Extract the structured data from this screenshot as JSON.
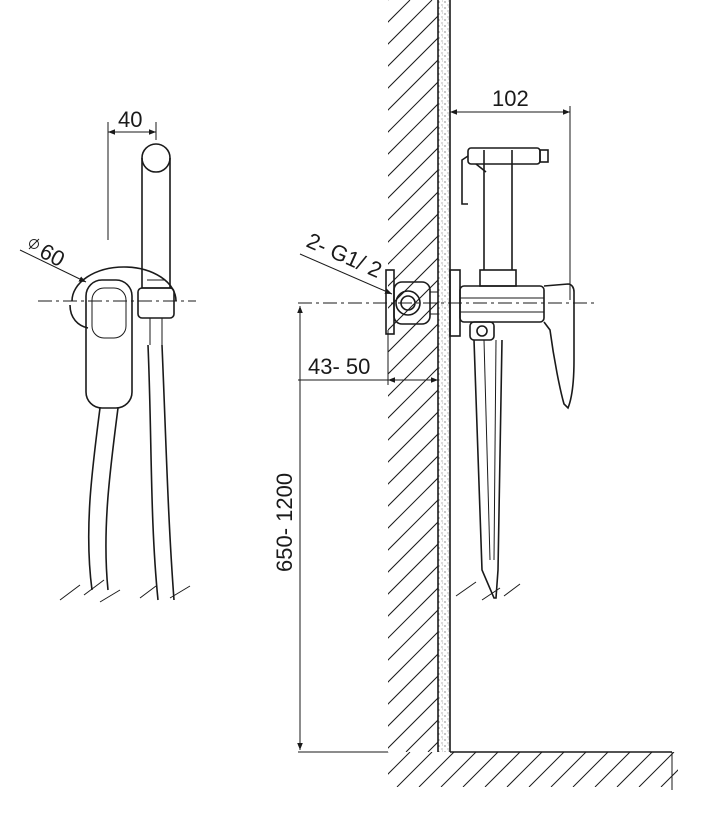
{
  "dimensions": {
    "width_40": "40",
    "diameter_60": "60",
    "thread": "2- G1/ 2",
    "width_102": "102",
    "depth": "43- 50",
    "height": "650- 1200"
  },
  "colors": {
    "line": "#1a1a1a",
    "background": "#ffffff"
  }
}
